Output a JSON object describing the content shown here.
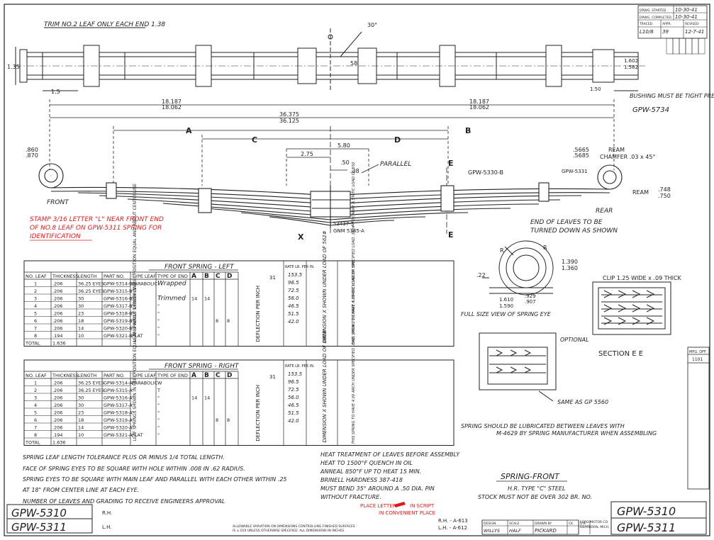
{
  "notes": {
    "trim": "TRIM NO.2 LEAF ONLY EACH END 1.38",
    "bushing": "BUSHING MUST BE TIGHT PRESS FIT",
    "bushing_part": "GPW-5734",
    "stamp": [
      "STAMP 3/16 LETTER \"L\" NEAR FRONT END",
      "OF NO.8 LEAF ON GPW-5311 SPRING FOR",
      "IDENTIFICATION"
    ],
    "end_leaves": [
      "END OF LEAVES TO BE",
      "TURNED DOWN AS SHOWN"
    ],
    "full_size": "FULL SIZE VIEW OF SPRING EYE",
    "clip": "CLIP 1.25 WIDE x .09 THICK",
    "optional": "OPTIONAL",
    "section": "SECTION E E",
    "same_as": "SAME AS GP 5560",
    "lubricate": [
      "SPRING SHOULD BE LUBRICATED BETWEEN LEAVES WITH",
      "M-4629 BY SPRING MANUFACTURER WHEN ASSEMBLING"
    ],
    "tolerances": [
      "SPRING LEAF LENGTH TOLERANCE PLUS OR MINUS 1/4 TOTAL LENGTH.",
      "FACE OF SPRING EYES TO BE SQUARE WITH HOLE WITHIN .008 IN .62 RADIUS.",
      "SPRING EYES TO BE SQUARE WITH MAIN LEAF AND PARALLEL WITH EACH OTHER WITHIN .25",
      "AT 18\" FROM CENTER LINE AT EACH EYE.",
      "NUMBER OF LEAVES AND GRADING TO RECEIVE ENGINEERS APPROVAL"
    ],
    "heat": [
      "HEAT TREATMENT OF LEAVES BEFORE ASSEMBLY",
      "HEAT TO 1500°F QUENCH IN OIL",
      "ANNEAL 850°F UP TO HEAT 15 MIN.",
      "BRINELL HARDNESS 387-418",
      "MUST BEND 35° AROUND A .50 DIA. PIN",
      "WITHOUT FRACTURE."
    ],
    "place_letter": [
      "PLACE LETTER",
      "IN SCRIPT",
      "IN CONVENIENT PLACE"
    ],
    "allowable": [
      "ALLOWABLE VARIATION ON DIMENSIONS CONTROLLING FINISHED SURFACES",
      "IS ±.010 UNLESS OTHERWISE SPECIFIED. ALL DIMENSIONS IN INCHES"
    ]
  },
  "labels": {
    "front": "FRONT",
    "rear": "REAR",
    "parallel": "PARALLEL",
    "ream_chamfer": [
      "REAM",
      "CHAMFER .03 x 45°"
    ],
    "ream": "REAM",
    "A": "A",
    "B": "B",
    "C": "C",
    "D": "D",
    "E": "E",
    "X": "X",
    "gpw5330": "GPW-5330-B",
    "gpw5331": "GPW-5331",
    "bolt": "53437-S",
    "gnm": "GNM 5385-A",
    "R": "R"
  },
  "dims": {
    "d135": "1.35",
    "d15": "1.5",
    "d30": "30°",
    "d58": "58",
    "d1602": "1.602",
    "d1582": "1.582",
    "d150": "1.50",
    "d18187": "18.187",
    "d18062": "18.062",
    "d36375": "36.375",
    "d36125": "36.125",
    "d860": ".860",
    "d870": ".870",
    "d580": "5.80",
    "d275": "2.75",
    "d50": ".50",
    "d38": ".38",
    "d5665": ".5665",
    "d5685": ".5685",
    "d748": ".748",
    "d750": ".750",
    "d1390": "1.390",
    "d1360": "1.360",
    "d22": ".22",
    "d1610": "1.610",
    "d1590": "1.590",
    "d929": ".929",
    "d907": ".907"
  },
  "front_left": {
    "title": "FRONT SPRING - LEFT",
    "headers": [
      "NO. LEAF",
      "THICKNESS",
      "LENGTH",
      "PART NO.",
      "TYPE LEAF",
      "TYPE OF END",
      "A",
      "B",
      "C",
      "D"
    ],
    "rows": [
      [
        "1",
        ".206",
        "36.25 EYES",
        "GPW-5314-B",
        "PARABOLIC",
        "Wrapped",
        "",
        "",
        "",
        ""
      ],
      [
        "2",
        ".206",
        "36.25 EYES",
        "GPW-5315-B",
        "\"",
        "",
        "",
        "",
        "",
        ""
      ],
      [
        "3",
        ".206",
        "30",
        "GPW-5316-B",
        "\"",
        "Trimmed",
        "14",
        "14",
        "",
        ""
      ],
      [
        "4",
        ".206",
        "30",
        "GPW-5317-B",
        "\"",
        "\"",
        "",
        "",
        "",
        ""
      ],
      [
        "5",
        ".206",
        "23",
        "GPW-5318-B",
        "\"",
        "\"",
        "",
        "",
        "",
        ""
      ],
      [
        "6",
        ".206",
        "18",
        "GPW-5319-B",
        "\"",
        "\"",
        "",
        "",
        "8",
        "8"
      ],
      [
        "7",
        ".206",
        "14",
        "GPW-5320-B",
        "\"",
        "\"",
        "",
        "",
        "",
        ""
      ],
      [
        "8",
        ".194",
        "10",
        "GPW-5321-B",
        "FLAT",
        "\"",
        "",
        "",
        "",
        ""
      ]
    ],
    "total": [
      "TOTAL",
      "1.636"
    ],
    "rate_header": "RATE LB. PER IN.",
    "rates": [
      "153.5",
      "96.5",
      "72.5",
      "56.0",
      "46.5",
      "51.5",
      "42.0"
    ],
    "deflection": "DEFLECTION PER INCH",
    "rate_value": "31",
    "dimension_x": "DIMENSION X SHOWN UNDER LOAD OF 562#",
    "spring_note": "THIS SPRING TO HAVE 4.00 ARCH UNDER SPECIFIED LOAD. 360# TO CARRY A STATIC LOAD OF 550"
  },
  "front_right": {
    "title": "FRONT SPRING - RIGHT",
    "headers": [
      "NO. LEAF",
      "THICKNESS",
      "LENGTH",
      "PART NO.",
      "TYPE LEAF",
      "TYPE OF END",
      "A",
      "B",
      "C",
      "D"
    ],
    "rows": [
      [
        "1",
        ".206",
        "36.25 EYES",
        "GPW-5314-A",
        "PARABOLIC",
        "W",
        "",
        "",
        "",
        ""
      ],
      [
        "2",
        ".206",
        "36.25 EYES",
        "GPW-5315-A",
        "\"",
        "T",
        "",
        "",
        "",
        ""
      ],
      [
        "3",
        ".206",
        "30",
        "GPW-5316-A",
        "\"",
        "\"",
        "14",
        "14",
        "",
        ""
      ],
      [
        "4",
        ".206",
        "30",
        "GPW-5317-A",
        "\"",
        "\"",
        "",
        "",
        "",
        ""
      ],
      [
        "5",
        ".206",
        "23",
        "GPW-5318-A",
        "\"",
        "\"",
        "",
        "",
        "",
        ""
      ],
      [
        "6",
        ".206",
        "18",
        "GPW-5319-A",
        "\"",
        "\"",
        "",
        "",
        "8",
        "8"
      ],
      [
        "7",
        ".206",
        "14",
        "GPW-5320-A",
        "\"",
        "\"",
        "",
        "",
        "",
        ""
      ],
      [
        "8",
        ".194",
        "10",
        "GPW-5321-A",
        "FLAT",
        "\"",
        "",
        "",
        "",
        ""
      ]
    ],
    "total": [
      "TOTAL",
      "1.636"
    ],
    "rate_header": "RATE LB. PER IN.",
    "rates": [
      "153.5",
      "96.5",
      "72.5",
      "56.0",
      "46.5",
      "51.5",
      "42.0"
    ],
    "deflection": "DEFLECTION PER INCH",
    "rate_value": "31",
    "dimension_x": "DIMENSION X SHOWN UNDER LOAD OF 590#",
    "spring_note": "THIS SPRING TO HAVE 4.00 ARCH UNDER SPECIFIED LOAD. 360# TO CARRY A STATIC LOAD OF 590"
  },
  "side_text": "LEAF SPRINGS SHOWN IN FREE POSITION EQUAL AND ABOUT CENTERLINE",
  "title_block": {
    "title": "SPRING-FRONT",
    "sub": "H.R. TYPE \"C\" STEEL",
    "stock": "STOCK MUST NOT BE OVER 302 BR. NO.",
    "part_big_1": "GPW-5310",
    "part_big_2": "GPW-5311",
    "part_left_1": "GPW-5310",
    "part_left_2": "GPW-5311",
    "rh": "R.H.",
    "lh": "L.H.",
    "rh_ref": "R.H. - A-613",
    "lh_ref": "L.H. - A-612",
    "cells": [
      "DESIGN",
      "SCALE",
      "DRAWN BY",
      "CK.",
      "D.K.",
      "WILLYS",
      "HALF",
      "PICKARD",
      "",
      ""
    ],
    "company": [
      "FORD MOTOR CO.",
      "DEARBORN, MICH."
    ]
  },
  "rev_block": {
    "rows": [
      [
        "DRWG. STARTED",
        "10-30-41"
      ],
      [
        "DRWG. COMPLETED",
        "10-30-41"
      ],
      [
        "TRACED",
        "APPR.",
        "REVISED"
      ],
      [
        "L10/8",
        "39",
        "12-7-41"
      ]
    ]
  },
  "side_strip": [
    "MFG. OFF.",
    "1101"
  ]
}
